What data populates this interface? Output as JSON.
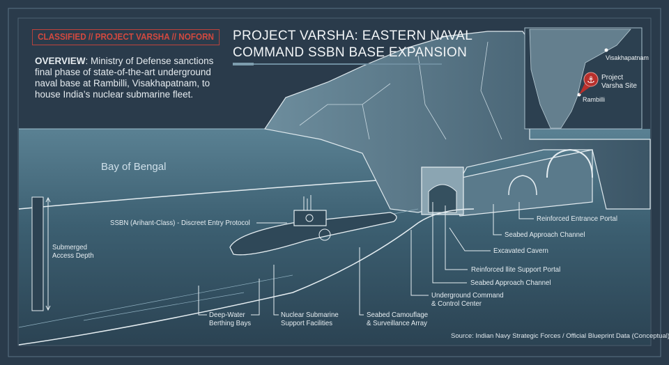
{
  "header": {
    "classification": "CLASSIFIED // PROJECT VARSHA // NOFORN",
    "title_line1": "PROJECT VARSHA: EASTERN NAVAL",
    "title_line2": "COMMAND SSBN BASE EXPANSION",
    "overview_label": "OVERVIEW",
    "overview_text": ": Ministry of Defense sanctions final phase of state-of-the-art underground naval base at Rambilli, Visakhapatnam, to house India’s nuclear submarine fleet."
  },
  "map": {
    "city1": "Visakhapatnam",
    "site_line1": "Project",
    "site_line2": "Varsha Site",
    "city2": "Rambilli",
    "marker_icon": "anchor-icon",
    "marker_color": "#b8302c"
  },
  "scene": {
    "sea_label": "Bay of Bengal",
    "depth_label_1": "Submerged",
    "depth_label_2": "Access Depth"
  },
  "callouts": {
    "ssbn": "SSBN (Arihant-Class) - Discreet Entry Protocol",
    "berthing_1": "Deep-Water",
    "berthing_2": "Berthing Bays",
    "support_1": "Nuclear Submarine",
    "support_2": "Support Facilities",
    "camo_1": "Seabed Camouflage",
    "camo_2": "& Surveillance Array",
    "command_1": "Underground Command",
    "command_2": "& Control Center",
    "approach_a": "Seabed Approach Channel",
    "llite": "Reinforced llite Support Portal",
    "cavern": "Excavated Cavern",
    "approach_b": "Seabed Approach Channel",
    "entrance": "Reinforced Entrance Portal"
  },
  "footer": {
    "source": "Source: Indian Navy Strategic Forces / Official Blueprint Data (Conceptual)"
  },
  "colors": {
    "background": "#2a3b4b",
    "accent_red": "#d2493f",
    "line": "#e8eef2"
  }
}
